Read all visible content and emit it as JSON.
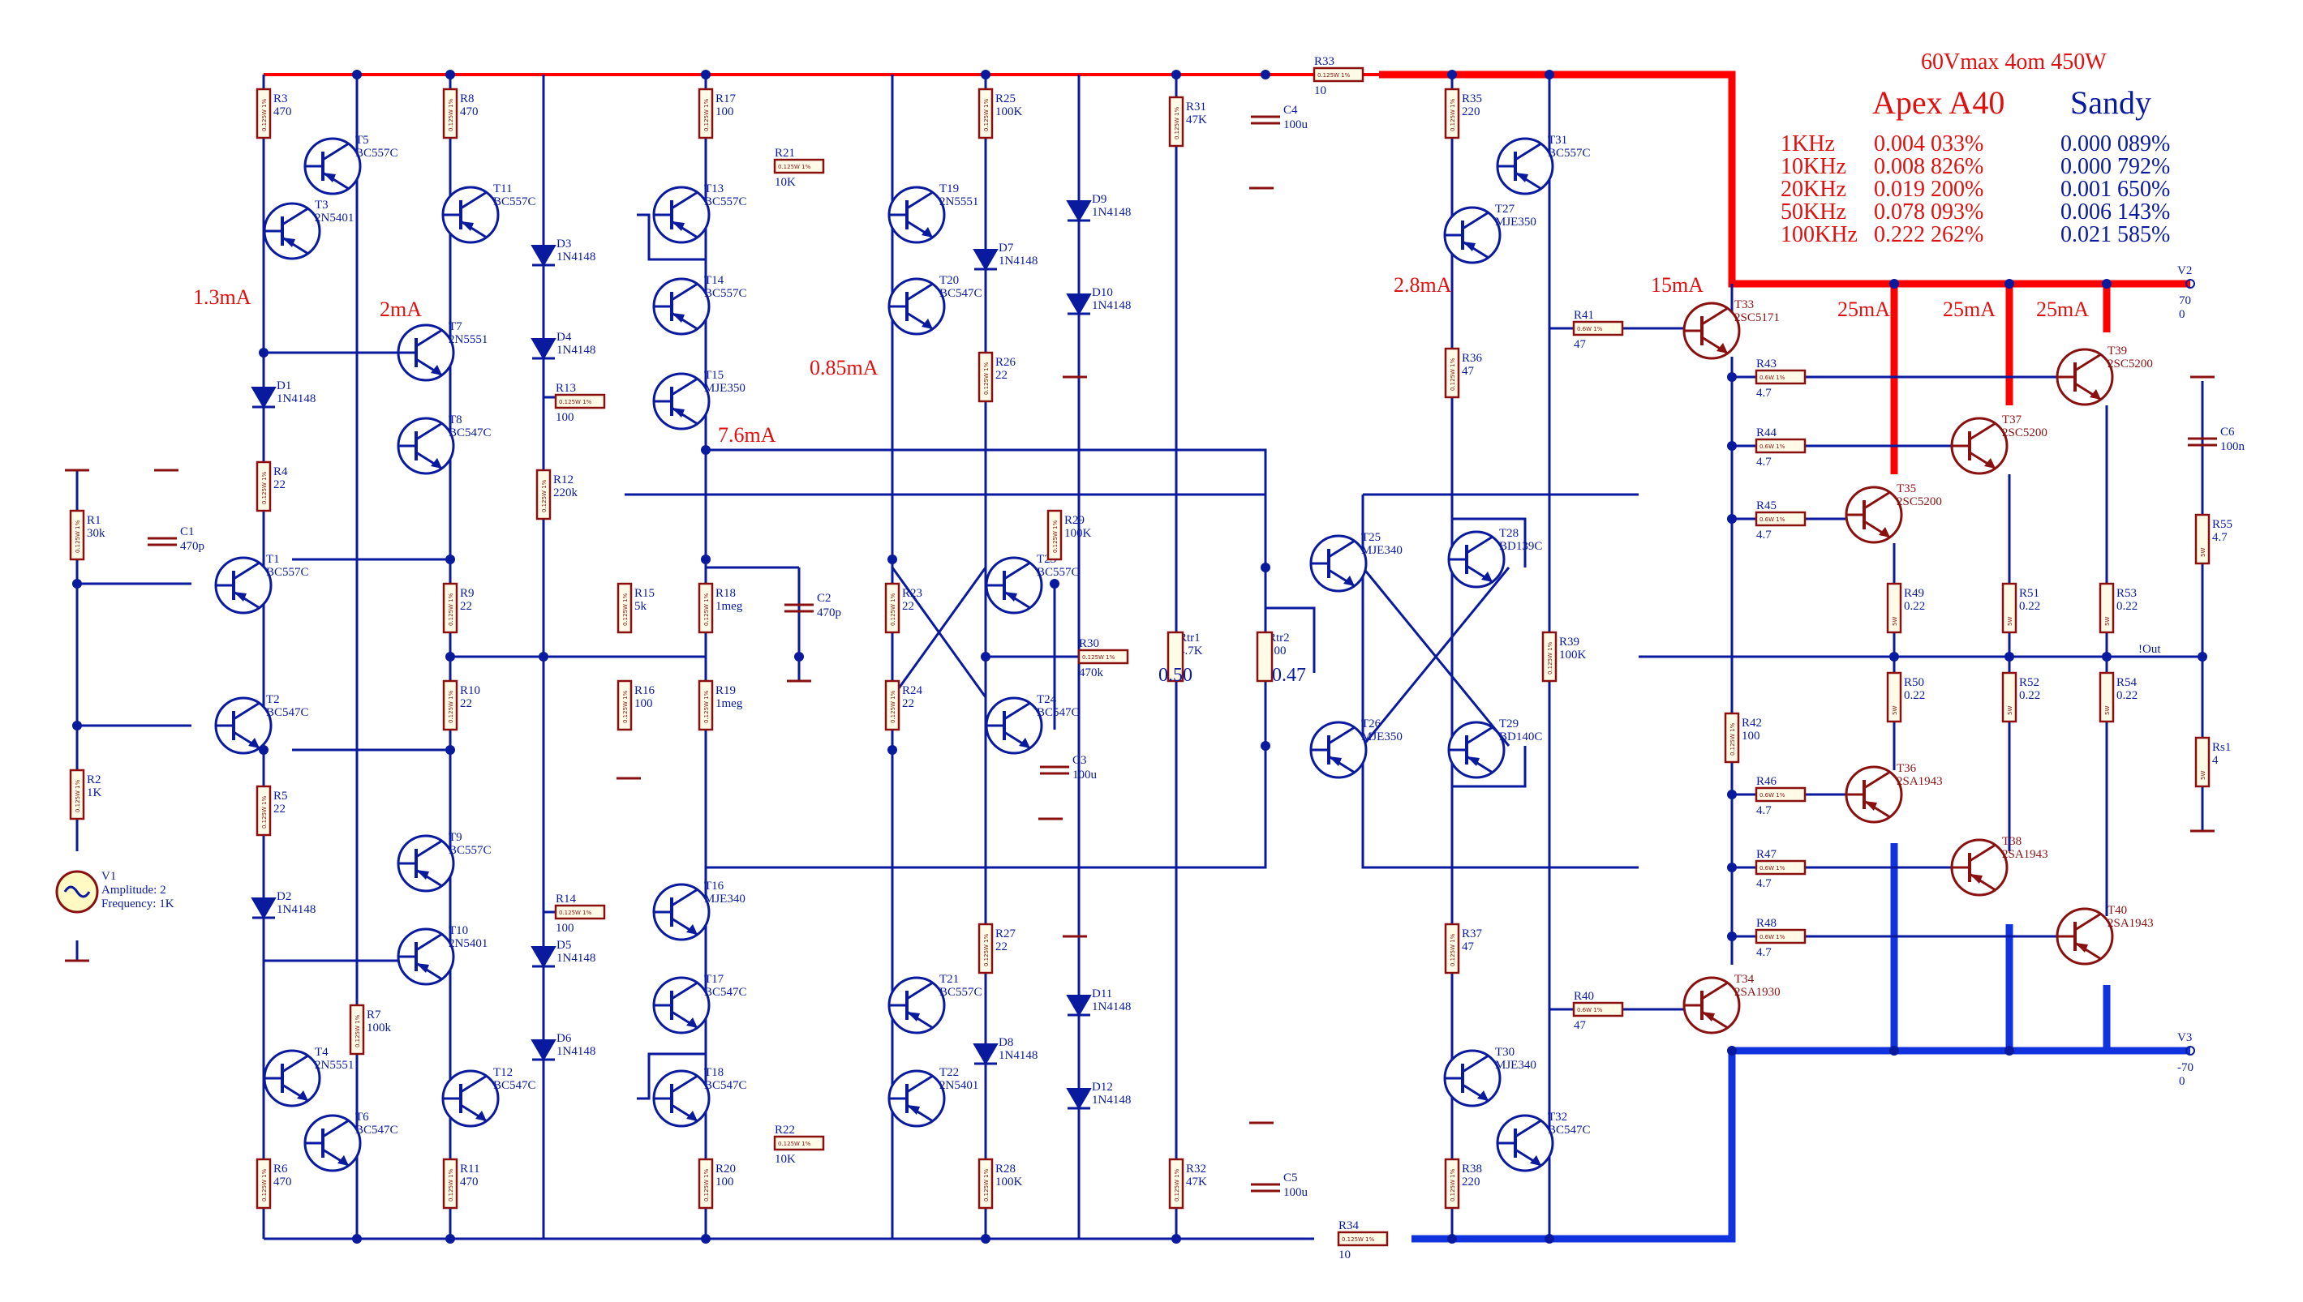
{
  "header": {
    "title": "60Vmax 4om 450W",
    "col_apex": "Apex A40",
    "col_sandy": "Sandy"
  },
  "distortion_table": [
    {
      "freq": "1KHz",
      "apex": "0.004 033%",
      "sandy": "0.000 089%"
    },
    {
      "freq": "10KHz",
      "apex": "0.008 826%",
      "sandy": "0.000 792%"
    },
    {
      "freq": "20KHz",
      "apex": "0.019 200%",
      "sandy": "0.001 650%"
    },
    {
      "freq": "50KHz",
      "apex": "0.078 093%",
      "sandy": "0.006 143%"
    },
    {
      "freq": "100KHz",
      "apex": "0.222 262%",
      "sandy": "0.021 585%"
    }
  ],
  "currents": {
    "c1": "1.3mA",
    "c2": "2mA",
    "c3": "0.85mA",
    "c4": "7.6mA",
    "c5": "2.8mA",
    "c6": "15mA",
    "c7": "25mA",
    "c8": "25mA",
    "c9": "25mA"
  },
  "rails": {
    "v2": "V2",
    "v2_a": "70",
    "v2_b": "0",
    "v3": "V3",
    "v3_a": "-70",
    "v3_b": "0",
    "out": "!Out"
  },
  "source": {
    "name": "V1",
    "amplitude": "Amplitude: 2",
    "frequency": "Frequency: 1K"
  },
  "pots": {
    "rtr1_val": "0.50",
    "rtr2_val": "0.47"
  },
  "resistor_tag_small": "0.125W 1%",
  "resistor_tag_power": "0.6W 1%",
  "resistor_tag_big": "5W",
  "colors": {
    "wire": "#0a1a9e",
    "positive_rail": "#ff0000",
    "negative_rail": "#1133dd",
    "component": "#8a1010"
  },
  "transistors": [
    {
      "name": "T1",
      "part": "BC557C"
    },
    {
      "name": "T2",
      "part": "BC547C"
    },
    {
      "name": "T3",
      "part": "2N5401"
    },
    {
      "name": "T4",
      "part": "2N5551"
    },
    {
      "name": "T5",
      "part": "BC557C"
    },
    {
      "name": "T6",
      "part": "BC547C"
    },
    {
      "name": "T7",
      "part": "2N5551"
    },
    {
      "name": "T8",
      "part": "BC547C"
    },
    {
      "name": "T9",
      "part": "BC557C"
    },
    {
      "name": "T10",
      "part": "2N5401"
    },
    {
      "name": "T11",
      "part": "BC557C"
    },
    {
      "name": "T12",
      "part": "BC547C"
    },
    {
      "name": "T13",
      "part": "BC557C"
    },
    {
      "name": "T14",
      "part": "BC557C"
    },
    {
      "name": "T15",
      "part": "MJE350"
    },
    {
      "name": "T16",
      "part": "MJE340"
    },
    {
      "name": "T17",
      "part": "BC547C"
    },
    {
      "name": "T18",
      "part": "BC547C"
    },
    {
      "name": "T19",
      "part": "2N5551"
    },
    {
      "name": "T20",
      "part": "BC547C"
    },
    {
      "name": "T21",
      "part": "BC557C"
    },
    {
      "name": "T22",
      "part": "2N5401"
    },
    {
      "name": "T23",
      "part": "BC557C"
    },
    {
      "name": "T24",
      "part": "BC547C"
    },
    {
      "name": "T25",
      "part": "MJE340"
    },
    {
      "name": "T26",
      "part": "MJE350"
    },
    {
      "name": "T27",
      "part": "MJE350"
    },
    {
      "name": "T28",
      "part": "BD139C"
    },
    {
      "name": "T29",
      "part": "BD140C"
    },
    {
      "name": "T30",
      "part": "MJE340"
    },
    {
      "name": "T31",
      "part": "BC557C"
    },
    {
      "name": "T32",
      "part": "BC547C"
    },
    {
      "name": "T33",
      "part": "2SC5171"
    },
    {
      "name": "T34",
      "part": "2SA1930"
    },
    {
      "name": "T35",
      "part": "2SC5200"
    },
    {
      "name": "T36",
      "part": "2SA1943"
    },
    {
      "name": "T37",
      "part": "2SC5200"
    },
    {
      "name": "T38",
      "part": "2SA1943"
    },
    {
      "name": "T39",
      "part": "2SC5200"
    },
    {
      "name": "T40",
      "part": "2SA1943"
    }
  ],
  "resistors": [
    {
      "name": "R1",
      "value": "30k"
    },
    {
      "name": "R2",
      "value": "1K"
    },
    {
      "name": "R3",
      "value": "470"
    },
    {
      "name": "R4",
      "value": "22"
    },
    {
      "name": "R5",
      "value": "22"
    },
    {
      "name": "R6",
      "value": "470"
    },
    {
      "name": "R7",
      "value": "100k"
    },
    {
      "name": "R8",
      "value": "470"
    },
    {
      "name": "R9",
      "value": "22"
    },
    {
      "name": "R10",
      "value": "22"
    },
    {
      "name": "R11",
      "value": "470"
    },
    {
      "name": "R12",
      "value": "220k"
    },
    {
      "name": "R13",
      "value": "100"
    },
    {
      "name": "R14",
      "value": "100"
    },
    {
      "name": "R15",
      "value": "5k"
    },
    {
      "name": "R16",
      "value": "100"
    },
    {
      "name": "R17",
      "value": "100"
    },
    {
      "name": "R18",
      "value": "1meg"
    },
    {
      "name": "R19",
      "value": "1meg"
    },
    {
      "name": "R20",
      "value": "100"
    },
    {
      "name": "R21",
      "value": "10K"
    },
    {
      "name": "R22",
      "value": "10K"
    },
    {
      "name": "R23",
      "value": "22"
    },
    {
      "name": "R24",
      "value": "22"
    },
    {
      "name": "R25",
      "value": "100K"
    },
    {
      "name": "R26",
      "value": "22"
    },
    {
      "name": "R27",
      "value": "22"
    },
    {
      "name": "R28",
      "value": "100K"
    },
    {
      "name": "R29",
      "value": "100K"
    },
    {
      "name": "R30",
      "value": "470k"
    },
    {
      "name": "R31",
      "value": "47K"
    },
    {
      "name": "R32",
      "value": "47K"
    },
    {
      "name": "R33",
      "value": "10"
    },
    {
      "name": "R34",
      "value": "10"
    },
    {
      "name": "R35",
      "value": "220"
    },
    {
      "name": "R36",
      "value": "47"
    },
    {
      "name": "R37",
      "value": "47"
    },
    {
      "name": "R38",
      "value": "220"
    },
    {
      "name": "R39",
      "value": "100K"
    },
    {
      "name": "R40",
      "value": "47"
    },
    {
      "name": "R41",
      "value": "47"
    },
    {
      "name": "R42",
      "value": "100"
    },
    {
      "name": "R43",
      "value": "4.7"
    },
    {
      "name": "R44",
      "value": "4.7"
    },
    {
      "name": "R45",
      "value": "4.7"
    },
    {
      "name": "R46",
      "value": "4.7"
    },
    {
      "name": "R47",
      "value": "4.7"
    },
    {
      "name": "R48",
      "value": "4.7"
    },
    {
      "name": "R49",
      "value": "0.22"
    },
    {
      "name": "R50",
      "value": "0.22"
    },
    {
      "name": "R51",
      "value": "0.22"
    },
    {
      "name": "R52",
      "value": "0.22"
    },
    {
      "name": "R53",
      "value": "0.22"
    },
    {
      "name": "R54",
      "value": "0.22"
    },
    {
      "name": "R55",
      "value": "4.7"
    },
    {
      "name": "Rtr1",
      "value": "4.7K"
    },
    {
      "name": "Rtr2",
      "value": "100"
    },
    {
      "name": "Rs1",
      "value": "4"
    }
  ],
  "capacitors": [
    {
      "name": "C1",
      "value": "470p"
    },
    {
      "name": "C2",
      "value": "470p"
    },
    {
      "name": "C3",
      "value": "100u"
    },
    {
      "name": "C4",
      "value": "100u"
    },
    {
      "name": "C5",
      "value": "100u"
    },
    {
      "name": "C6",
      "value": "100n"
    }
  ],
  "diodes": [
    {
      "name": "D1",
      "part": "1N4148"
    },
    {
      "name": "D2",
      "part": "1N4148"
    },
    {
      "name": "D3",
      "part": "1N4148"
    },
    {
      "name": "D4",
      "part": "1N4148"
    },
    {
      "name": "D5",
      "part": "1N4148"
    },
    {
      "name": "D6",
      "part": "1N4148"
    },
    {
      "name": "D7",
      "part": "1N4148"
    },
    {
      "name": "D8",
      "part": "1N4148"
    },
    {
      "name": "D9",
      "part": "1N4148"
    },
    {
      "name": "D10",
      "part": "1N4148"
    },
    {
      "name": "D11",
      "part": "1N4148"
    },
    {
      "name": "D12",
      "part": "1N4148"
    }
  ]
}
